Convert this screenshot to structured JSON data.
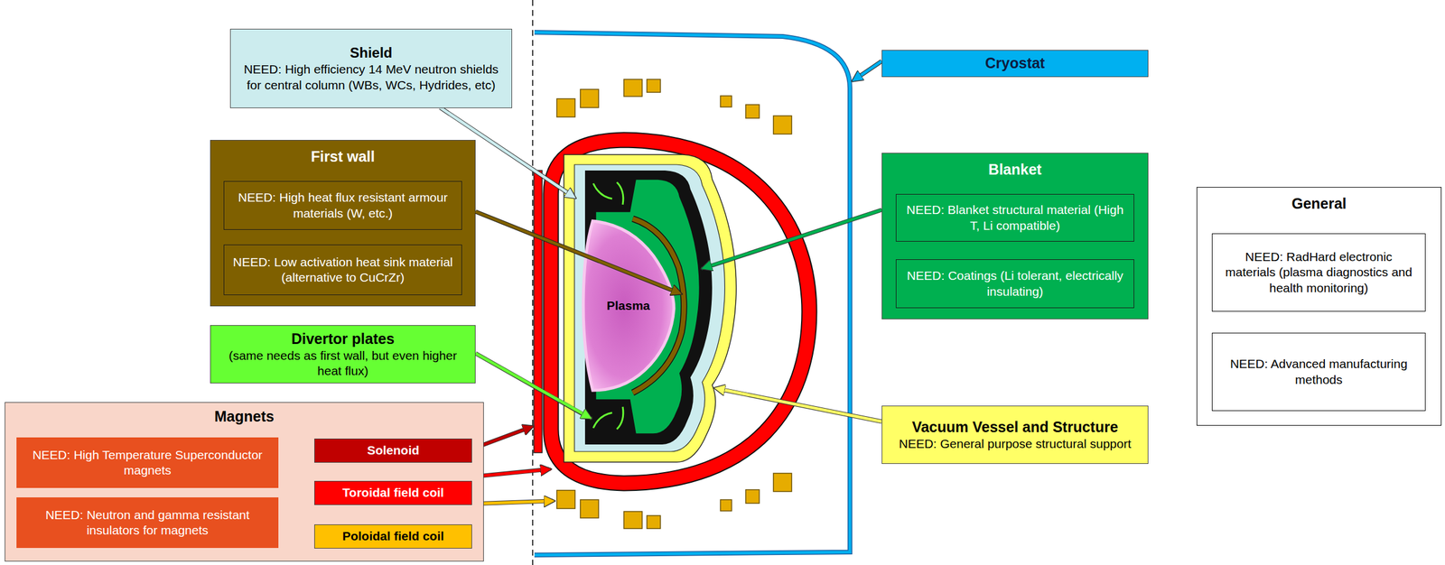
{
  "diagram": {
    "nodes": [
      {
        "text": [
          "Shield",
          "NEED: High efficiency 14 MeV neutron shields for central column (WBs, WCs, Hydrides, etc)"
        ]
      },
      {
        "text": [
          "Cryostat"
        ]
      },
      {
        "text": [
          "First wall"
        ]
      },
      {
        "text": [
          "NEED: High heat flux resistant armour materials (W, etc.)"
        ],
        "in": 2
      },
      {
        "text": [
          "NEED: Low activation heat sink material (alternative to CuCrZr)"
        ],
        "in": 2
      },
      {
        "text": [
          "Blanket"
        ]
      },
      {
        "text": [
          "NEED: Blanket structural material (High T, Li compatible)"
        ],
        "in": 5
      },
      {
        "text": [
          "NEED: Coatings (Li tolerant, electrically insulating)"
        ],
        "in": 5
      },
      {
        "text": [
          "General"
        ]
      },
      {
        "text": [
          "NEED: RadHard electronic materials (plasma diagnostics and health monitoring)"
        ],
        "in": 8
      },
      {
        "text": [
          "NEED: Advanced manufacturing methods"
        ],
        "in": 8
      },
      {
        "text": [
          "Plasma"
        ]
      },
      {
        "text": [
          "Divertor plates",
          "(same needs as first wall, but even higher heat flux)"
        ]
      },
      {
        "text": [
          "Vacuum Vessel and Structure",
          "NEED: General purpose structural support"
        ]
      },
      {
        "text": [
          "Magnets"
        ]
      },
      {
        "text": [
          "NEED: High Temperature Superconductor magnets"
        ],
        "in": 14
      },
      {
        "text": [
          "NEED: Neutron and gamma resistant insulators for magnets"
        ],
        "in": 14
      },
      {
        "text": [
          "Solenoid"
        ],
        "in": 14
      },
      {
        "text": [
          "Toroidal field coil"
        ],
        "in": 14
      },
      {
        "text": [
          "Poloidal field coil"
        ],
        "in": 14
      }
    ]
  }
}
